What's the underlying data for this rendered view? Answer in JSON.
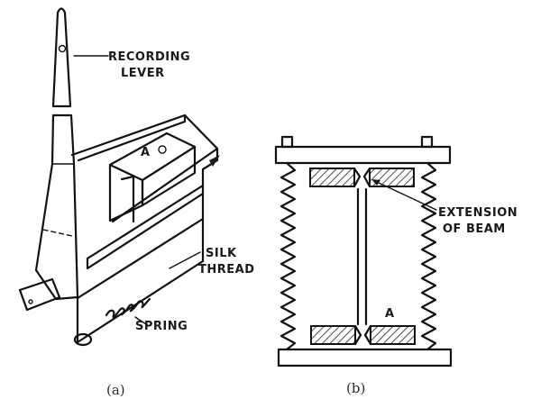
{
  "figure_a": {
    "labels": {
      "recording_lever_1": "RECORDING",
      "recording_lever_2": "LEVER",
      "block_marker": "A",
      "silk_thread_1": "SILK",
      "silk_thread_2": "THREAD",
      "spring": "SPRING"
    },
    "caption": "(a)"
  },
  "figure_b": {
    "labels": {
      "extension_1": "EXTENSION",
      "extension_2": "OF BEAM",
      "beam_marker": "A"
    },
    "caption": "(b)"
  }
}
